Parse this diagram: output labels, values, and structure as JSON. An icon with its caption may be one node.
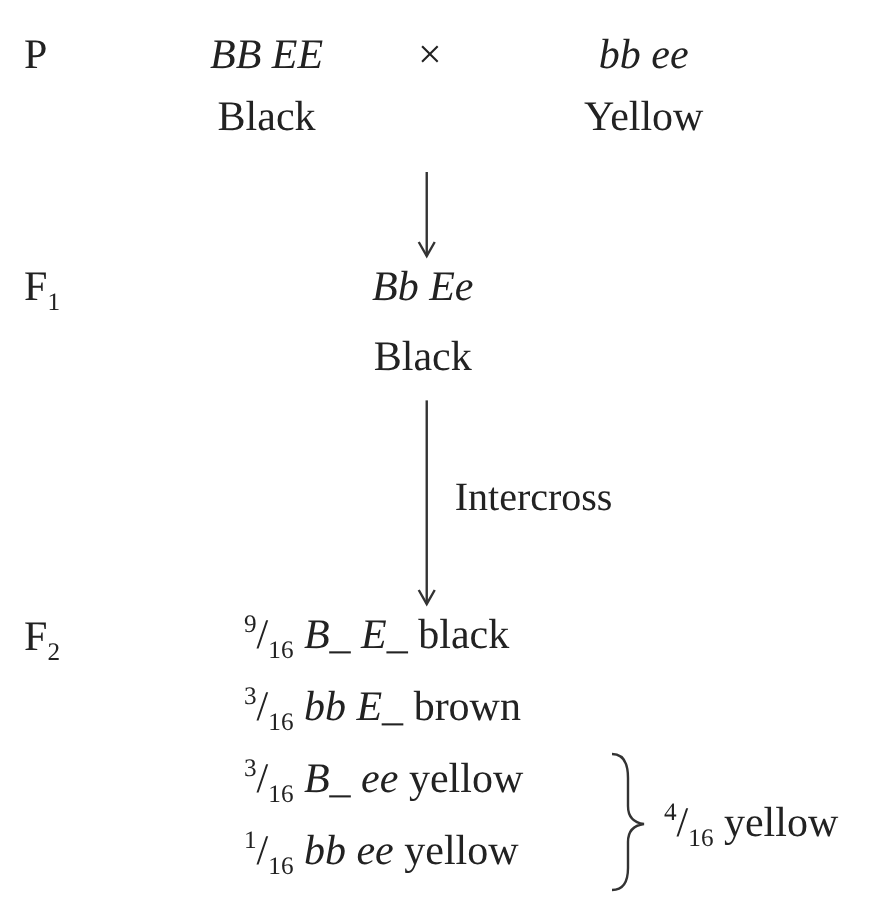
{
  "diagram": {
    "nodes": [
      {
        "text": [
          "BB EE",
          "Black"
        ]
      },
      {
        "text": [
          "×"
        ]
      },
      {
        "text": [
          "bb ee",
          "Yellow"
        ]
      },
      {
        "text": [
          "Bb Ee",
          "Black"
        ]
      },
      {
        "text": [
          "$^{9}$/$_{16}$ *B_ E_* black",
          "$^{3}$/$_{16}$ *bb E_* brown",
          "$^{3}$/$_{16}$ *B_ ee* yellow",
          "$^{1}$/$_{16}$ *bb ee* yellow"
        ]
      }
    ],
    "edges": [
      {
        "from": null,
        "to": 3,
        "arrow": "to"
      },
      {
        "from": 3,
        "to": 4,
        "arrow": "to",
        "label": "Intercross"
      }
    ],
    "labels": [
      "P",
      "F$_{1}$",
      "F$_{2}$",
      "$^{4}$/$_{16}$ yellow"
    ]
  }
}
